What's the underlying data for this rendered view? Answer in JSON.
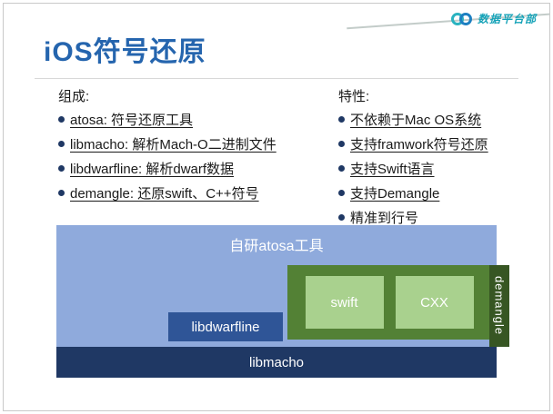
{
  "logo": {
    "text": "数据平台部"
  },
  "title": "iOS符号还原",
  "left_column": {
    "header": "组成:",
    "items": [
      "atosa: 符号还原工具",
      "libmacho: 解析Mach-O二进制文件",
      "libdwarfline: 解析dwarf数据",
      "demangle: 还原swift、C++符号"
    ]
  },
  "right_column": {
    "header": "特性:",
    "items": [
      "不依赖于Mac OS系统",
      "支持framwork符号还原",
      "支持Swift语言",
      "支持Demangle",
      "精准到行号"
    ]
  },
  "diagram": {
    "atosa_label": "自研atosa工具",
    "libmacho_label": "libmacho",
    "libdwarfline_label": "libdwarfline",
    "swift_label": "swift",
    "cxx_label": "CXX",
    "demangle_label": "demangle",
    "colors": {
      "atosa_box": "#8faadc",
      "libmacho_bar": "#1f3864",
      "libdwarfline_box": "#2f5597",
      "green_box": "#538135",
      "inner_green": "#a9d18e",
      "demangle_strip": "#375623",
      "title_blue": "#2565ae",
      "logo_teal": "#17a3b8"
    }
  }
}
